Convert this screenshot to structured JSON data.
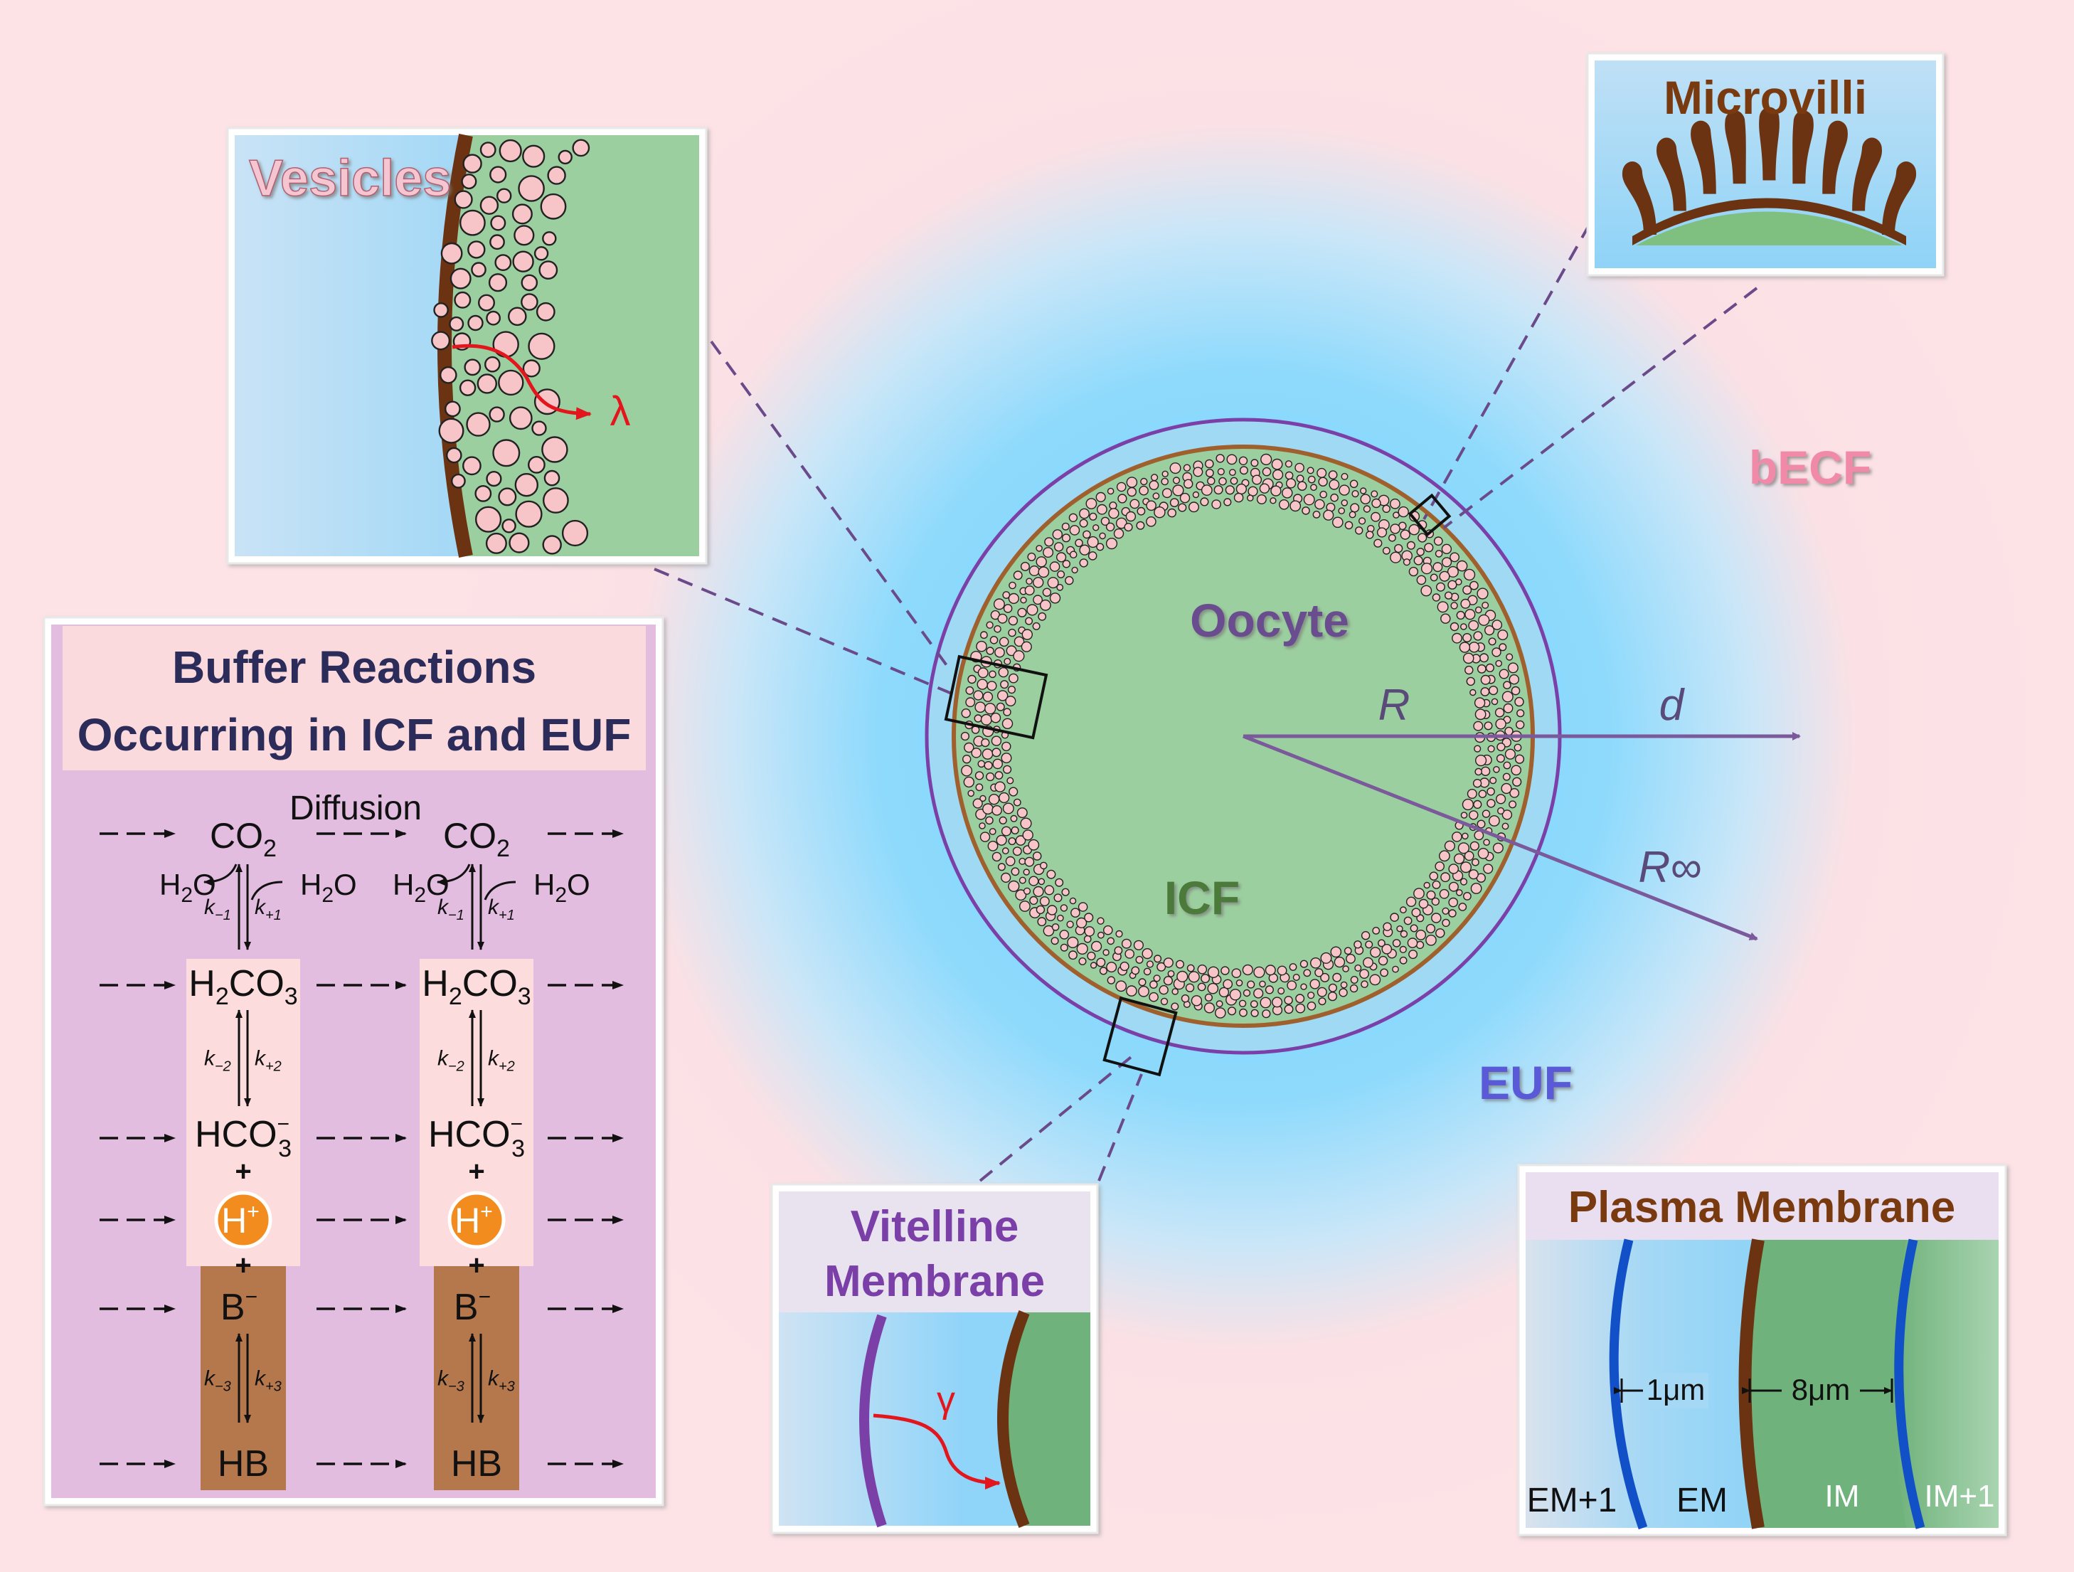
{
  "labels": {
    "oocyte": "Oocyte",
    "icf": "ICF",
    "euf": "EUF",
    "becf": "bECF",
    "radius": "R",
    "radius_inf": "R∞",
    "distance": "d"
  },
  "vesicles_panel": {
    "title": "Vesicles",
    "symbol": "λ"
  },
  "microvilli_panel": {
    "title": "Microvilli"
  },
  "vitelline_panel": {
    "title_line1": "Vitelline",
    "title_line2": "Membrane",
    "symbol": "γ"
  },
  "plasma_panel": {
    "title": "Plasma Membrane",
    "dist1": "1μm",
    "dist2": "8μm",
    "zones": [
      "EM+1",
      "EM",
      "IM",
      "IM+1"
    ]
  },
  "buffer_panel": {
    "title_line1": "Buffer Reactions",
    "title_line2": "Occurring in ICF and EUF",
    "diffusion": "Diffusion",
    "species": {
      "co2": "CO",
      "co2_sub": "2",
      "h2co3_h": "H",
      "h2co3_2": "2",
      "h2co3_co": "CO",
      "h2co3_3": "3",
      "hco3": "HCO",
      "hco3_sub": "3",
      "hco3_sup": "−",
      "h": "H",
      "h_sup": "+",
      "b": "B",
      "b_sup": "−",
      "hb": "HB",
      "plus": "+",
      "water_h": "H",
      "water_2": "2",
      "water_o": "O"
    },
    "rates": {
      "km1": "k",
      "km1_sub": "−1",
      "kp1": "k",
      "kp1_sub": "+1",
      "km2": "k",
      "km2_sub": "−2",
      "kp2": "k",
      "kp2_sub": "+2",
      "km3": "k",
      "km3_sub": "−3",
      "kp3": "k",
      "kp3_sub": "+3"
    }
  },
  "colors": {
    "background": "#fde4e6",
    "euf_blue": "#8fd8fb",
    "cytoplasm": "#9ccf9f",
    "membrane_brown": "#6b3312",
    "vitelline_purple": "#7b3fa8",
    "vesicle_pink": "#f7c5c8",
    "buffer_purple": "#e2bde0",
    "buffer_brown": "#b5784d",
    "proton_orange": "#f28c1e",
    "arrow_purple": "#7a5a9a",
    "title_navy": "#2c2c5a"
  }
}
